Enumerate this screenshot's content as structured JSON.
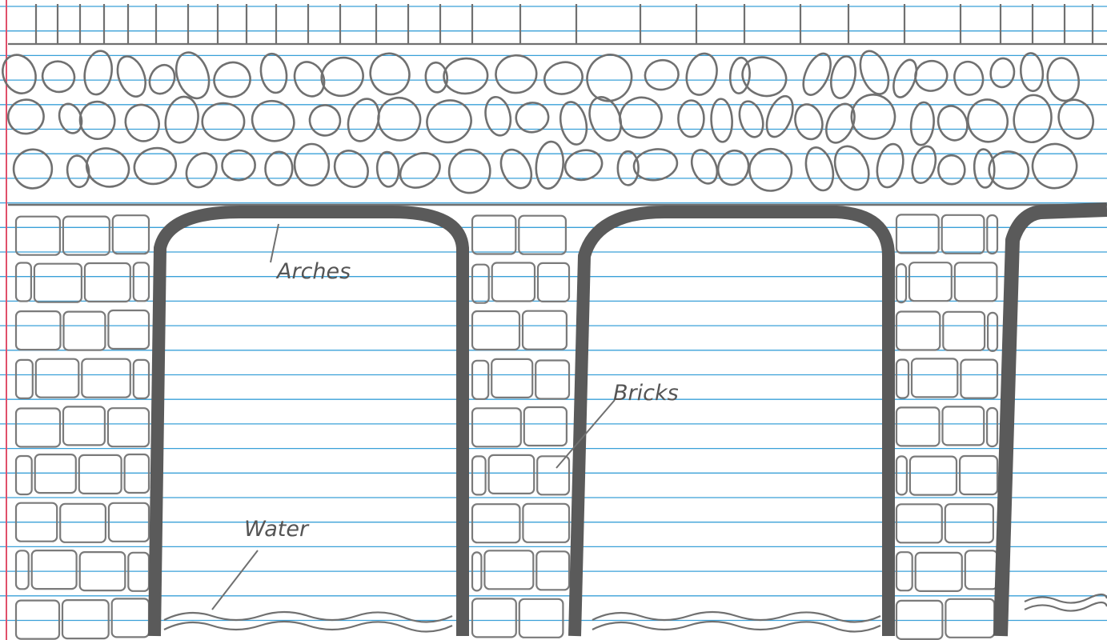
{
  "diagram": {
    "labels": {
      "arches": "Arches",
      "bricks": "Bricks",
      "water": "Water"
    }
  },
  "colors": {
    "paper": "#ffffff",
    "ruled_line": "#3aa0d8",
    "margin_line": "#e0506a",
    "pencil": "#707070",
    "pencil_dark": "#5a5a5a"
  }
}
